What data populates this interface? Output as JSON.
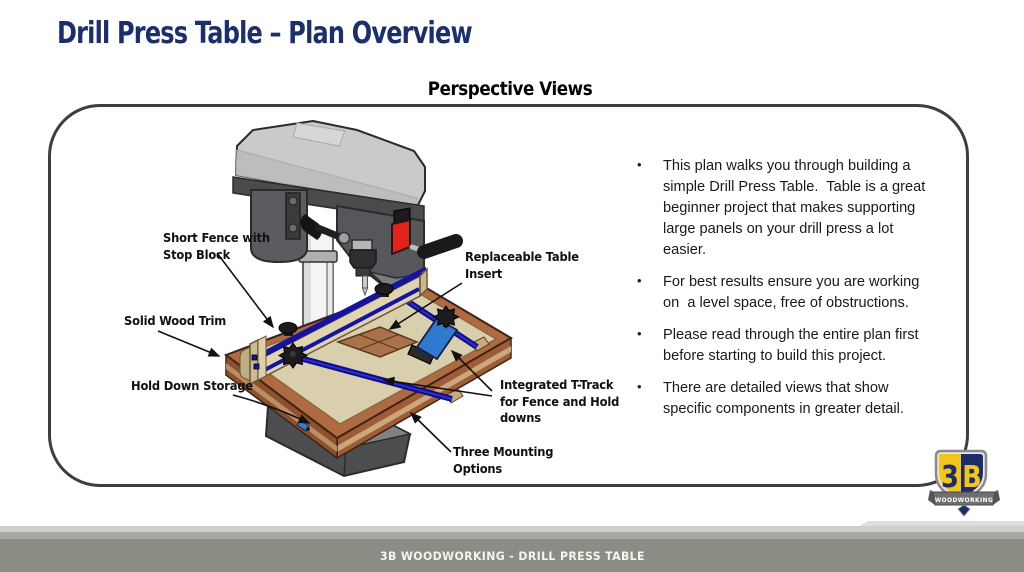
{
  "slide": {
    "title": "Drill Press Table – Plan Overview",
    "section_heading": "Perspective Views"
  },
  "bullets": [
    "This plan walks you through building a simple Drill Press Table.  Table is a great beginner project that makes supporting large panels on your drill press a lot easier.",
    "For best results ensure you are working on  a level space, free of obstructions.",
    "Please read through the entire plan first before starting to build this project.",
    "There are detailed views that show specific components in greater detail."
  ],
  "ui": {
    "bullet_glyph": "•"
  },
  "diagram": {
    "labels": [
      {
        "id": "short-fence",
        "text": "Short Fence with\nStop Block"
      },
      {
        "id": "solid-wood-trim",
        "text": "Solid Wood Trim"
      },
      {
        "id": "hold-down-storage",
        "text": "Hold Down Storage"
      },
      {
        "id": "replaceable-insert",
        "text": "Replaceable Table\nInsert"
      },
      {
        "id": "t-track",
        "text": "Integrated T-Track\nfor Fence and Hold\ndowns"
      },
      {
        "id": "mounting",
        "text": "Three Mounting\nOptions"
      }
    ]
  },
  "footer": {
    "text": "3B WOODWORKING - DRILL PRESS TABLE"
  },
  "logo": {
    "left_letter": "3",
    "right_letter": "B",
    "banner": "WOODWORKING"
  },
  "colors": {
    "title_navy": "#1b2e6e",
    "footer_bar": "#8b8c83",
    "track_blue": "#14149e",
    "clamp_blue": "#3079cf",
    "wood_trim": "#b06a42",
    "plywood": "#d9cfac",
    "switch_red": "#e3221a",
    "logo_yellow": "#f2c51d",
    "logo_navy": "#1d2d6b"
  }
}
